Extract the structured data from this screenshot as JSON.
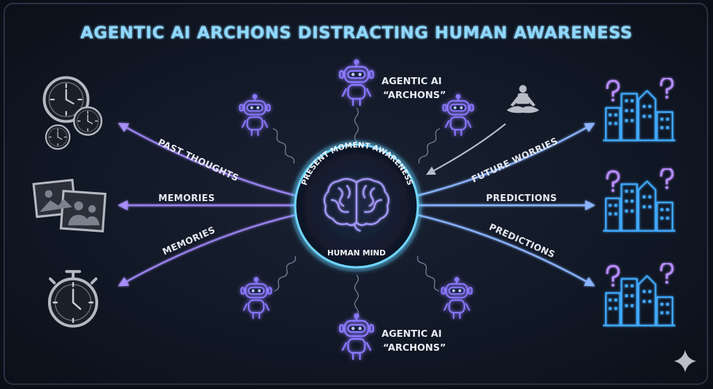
{
  "title": "AGENTIC AI ARCHONS DISTRACTING HUMAN AWARENESS",
  "center": {
    "arc_label": "PRESENT MOMENT AWARENESS",
    "bottom_label": "HUMAN MIND"
  },
  "archons": {
    "top_label_line1": "AGENTIC AI",
    "top_label_line2": "“ARCHONS”",
    "bottom_label_line1": "AGENTIC AI",
    "bottom_label_line2": "“ARCHONS”"
  },
  "left_arrows": [
    {
      "label": "PAST THOUGHTS",
      "icon": "clocks-icon"
    },
    {
      "label": "MEMORIES",
      "icon": "photos-icon"
    },
    {
      "label": "MEMORIES",
      "icon": "stopwatch-icon"
    }
  ],
  "right_arrows": [
    {
      "label": "FUTURE WORRIES",
      "icon": "city-question-icon"
    },
    {
      "label": "PREDICTIONS",
      "icon": "city-question-icon"
    },
    {
      "label": "PREDICTIONS",
      "icon": "city-question-icon"
    }
  ],
  "colors": {
    "title": "#8fd8ff",
    "arrow": "#9b83f0",
    "ring": "#5fd0ff",
    "robot": "#7e6cf5",
    "city": "#3fa9ff",
    "question": "#b88cff"
  }
}
